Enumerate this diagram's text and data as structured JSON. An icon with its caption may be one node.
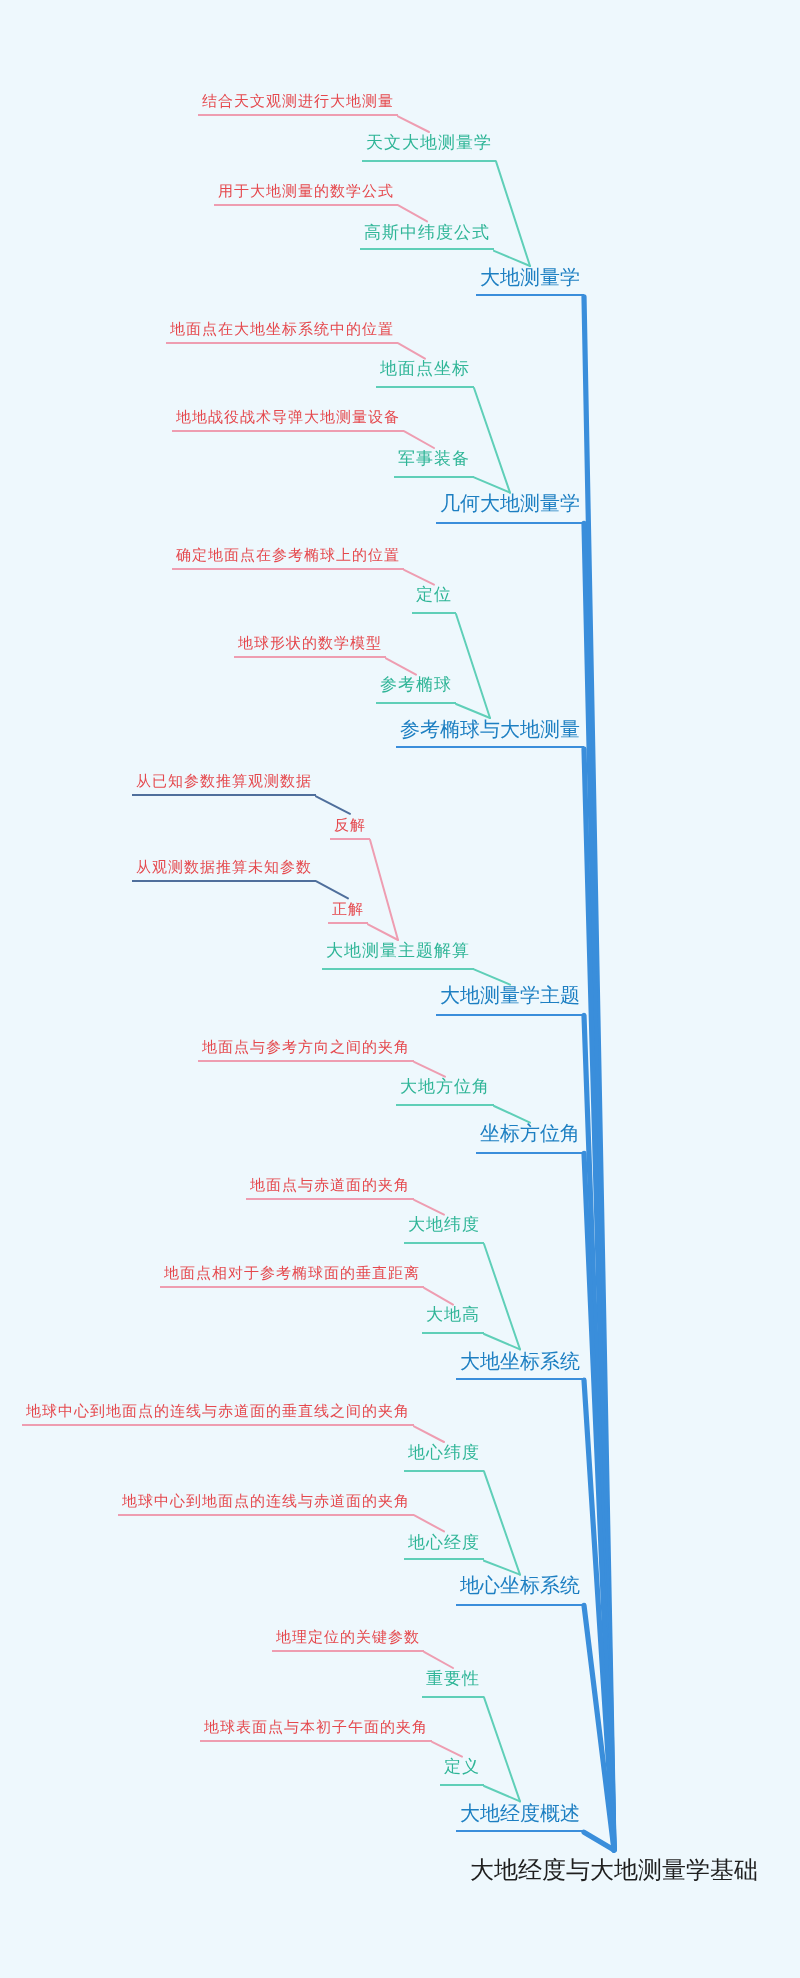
{
  "diagram": {
    "nodes": [
      {
        "text": [
          "结合天文观测进行大地测量"
        ]
      },
      {
        "text": [
          "天文大地测量学"
        ]
      },
      {
        "text": [
          "用于大地测量的数学公式"
        ]
      },
      {
        "text": [
          "高斯中纬度公式"
        ]
      },
      {
        "text": [
          "大地测量学"
        ]
      },
      {
        "text": [
          "地面点在大地坐标系统中的位置"
        ]
      },
      {
        "text": [
          "地面点坐标"
        ]
      },
      {
        "text": [
          "地地战役战术导弹大地测量设备"
        ]
      },
      {
        "text": [
          "军事装备"
        ]
      },
      {
        "text": [
          "几何大地测量学"
        ]
      },
      {
        "text": [
          "确定地面点在参考椭球上的位置"
        ]
      },
      {
        "text": [
          "定位"
        ]
      },
      {
        "text": [
          "地球形状的数学模型"
        ]
      },
      {
        "text": [
          "参考椭球"
        ]
      },
      {
        "text": [
          "参考椭球与大地测量"
        ]
      },
      {
        "text": [
          "从已知参数推算观测数据"
        ]
      },
      {
        "text": [
          "反解"
        ]
      },
      {
        "text": [
          "从观测数据推算未知参数"
        ]
      },
      {
        "text": [
          "正解"
        ]
      },
      {
        "text": [
          "大地测量主题解算"
        ]
      },
      {
        "text": [
          "大地测量学主题"
        ]
      },
      {
        "text": [
          "地面点与参考方向之间的夹角"
        ]
      },
      {
        "text": [
          "大地方位角"
        ]
      },
      {
        "text": [
          "坐标方位角"
        ]
      },
      {
        "text": [
          "地面点与赤道面的夹角"
        ]
      },
      {
        "text": [
          "大地纬度"
        ]
      },
      {
        "text": [
          "地面点相对于参考椭球面的垂直距离"
        ]
      },
      {
        "text": [
          "大地高"
        ]
      },
      {
        "text": [
          "大地坐标系统"
        ]
      },
      {
        "text": [
          "地球中心到地面点的连线与赤道面的垂直线之间的夹角"
        ]
      },
      {
        "text": [
          "地心纬度"
        ]
      },
      {
        "text": [
          "地球中心到地面点的连线与赤道面的夹角"
        ]
      },
      {
        "text": [
          "地心经度"
        ]
      },
      {
        "text": [
          "地心坐标系统"
        ]
      },
      {
        "text": [
          "地理定位的关键参数"
        ]
      },
      {
        "text": [
          "重要性"
        ]
      },
      {
        "text": [
          "地球表面点与本初子午面的夹角"
        ]
      },
      {
        "text": [
          "定义"
        ]
      },
      {
        "text": [
          "大地经度概述"
        ]
      },
      {
        "text": [
          "大地经度与大地测量学基础"
        ]
      }
    ],
    "edges": [
      {
        "from": 39,
        "to": 4,
        "arrow": "none",
        "style": "thick",
        "color": "#3a8edb"
      },
      {
        "from": 39,
        "to": 9,
        "arrow": "none",
        "style": "thick",
        "color": "#3a8edb"
      },
      {
        "from": 39,
        "to": 14,
        "arrow": "none",
        "style": "thick",
        "color": "#3a8edb"
      },
      {
        "from": 39,
        "to": 20,
        "arrow": "none",
        "style": "thick",
        "color": "#3a8edb"
      },
      {
        "from": 39,
        "to": 23,
        "arrow": "none",
        "style": "thick",
        "color": "#3a8edb"
      },
      {
        "from": 39,
        "to": 28,
        "arrow": "none",
        "style": "thick",
        "color": "#3a8edb"
      },
      {
        "from": 39,
        "to": 33,
        "arrow": "none",
        "style": "thick",
        "color": "#3a8edb"
      },
      {
        "from": 39,
        "to": 38,
        "arrow": "none",
        "style": "thick",
        "color": "#3a8edb"
      },
      {
        "from": 4,
        "to": 1,
        "arrow": "none",
        "color": "#5fcfb8"
      },
      {
        "from": 4,
        "to": 3,
        "arrow": "none",
        "color": "#5fcfb8"
      },
      {
        "from": 9,
        "to": 6,
        "arrow": "none",
        "color": "#5fcfb8"
      },
      {
        "from": 9,
        "to": 8,
        "arrow": "none",
        "color": "#5fcfb8"
      },
      {
        "from": 14,
        "to": 11,
        "arrow": "none",
        "color": "#5fcfb8"
      },
      {
        "from": 14,
        "to": 13,
        "arrow": "none",
        "color": "#5fcfb8"
      },
      {
        "from": 20,
        "to": 19,
        "arrow": "none",
        "color": "#5fcfb8"
      },
      {
        "from": 23,
        "to": 22,
        "arrow": "none",
        "color": "#5fcfb8"
      },
      {
        "from": 28,
        "to": 25,
        "arrow": "none",
        "color": "#5fcfb8"
      },
      {
        "from": 28,
        "to": 27,
        "arrow": "none",
        "color": "#5fcfb8"
      },
      {
        "from": 33,
        "to": 30,
        "arrow": "none",
        "color": "#5fcfb8"
      },
      {
        "from": 33,
        "to": 32,
        "arrow": "none",
        "color": "#5fcfb8"
      },
      {
        "from": 38,
        "to": 35,
        "arrow": "none",
        "color": "#5fcfb8"
      },
      {
        "from": 38,
        "to": 37,
        "arrow": "none",
        "color": "#5fcfb8"
      },
      {
        "from": 1,
        "to": 0,
        "arrow": "none"
      },
      {
        "from": 3,
        "to": 2,
        "arrow": "none"
      },
      {
        "from": 6,
        "to": 5,
        "arrow": "none"
      },
      {
        "from": 8,
        "to": 7,
        "arrow": "none"
      },
      {
        "from": 11,
        "to": 10,
        "arrow": "none"
      },
      {
        "from": 13,
        "to": 12,
        "arrow": "none"
      },
      {
        "from": 19,
        "to": 16,
        "arrow": "none"
      },
      {
        "from": 19,
        "to": 18,
        "arrow": "none"
      },
      {
        "from": 22,
        "to": 21,
        "arrow": "none"
      },
      {
        "from": 25,
        "to": 24,
        "arrow": "none"
      },
      {
        "from": 27,
        "to": 26,
        "arrow": "none"
      },
      {
        "from": 30,
        "to": 29,
        "arrow": "none"
      },
      {
        "from": 32,
        "to": 31,
        "arrow": "none"
      },
      {
        "from": 35,
        "to": 34,
        "arrow": "none"
      },
      {
        "from": 37,
        "to": 36,
        "arrow": "none"
      },
      {
        "from": 16,
        "to": 15,
        "arrow": "none",
        "color": "#4f6f9c"
      },
      {
        "from": 18,
        "to": 17,
        "arrow": "none",
        "color": "#4f6f9c"
      }
    ]
  }
}
